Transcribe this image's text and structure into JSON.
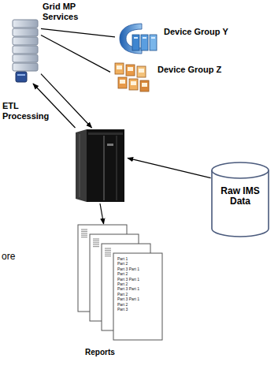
{
  "diagram": {
    "nodes": [
      {
        "text": [
          "Grid MP Services"
        ]
      },
      {
        "text": [
          "Device Group Y"
        ]
      },
      {
        "text": [
          "Device Group Z"
        ]
      },
      {
        "text": []
      },
      {
        "text": [
          "Raw IMS Data"
        ]
      },
      {
        "text": [
          "Reports"
        ]
      }
    ],
    "edges": [
      {
        "from": 0,
        "to": 1,
        "arrow": "none"
      },
      {
        "from": 0,
        "to": 2,
        "arrow": "none"
      },
      {
        "from": 3,
        "to": 0,
        "arrow": "to"
      },
      {
        "from": 0,
        "to": 3,
        "arrow": "to"
      },
      {
        "from": 4,
        "to": 3,
        "arrow": "to"
      },
      {
        "from": 3,
        "to": 5,
        "arrow": "to"
      }
    ],
    "labels": [
      "ETL Processing",
      "ore",
      "Part 1",
      "Part 2",
      "Part 3 Part 1",
      "Part 2",
      "Part 3 Part 1",
      "Part 2",
      "Part 3 Part 1",
      "Part 2",
      "Part 3 Part 1",
      "Part 2",
      "Part 3"
    ]
  }
}
